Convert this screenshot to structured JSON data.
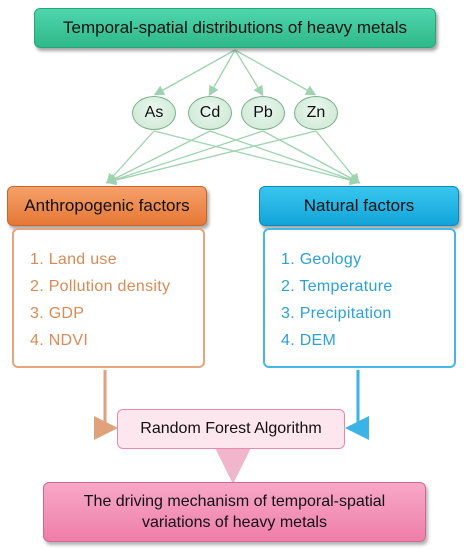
{
  "top_box": {
    "label": "Temporal-spatial distributions of heavy metals"
  },
  "metals": [
    "As",
    "Cd",
    "Pb",
    "Zn"
  ],
  "anthropogenic": {
    "header": "Anthropogenic factors",
    "items": [
      "1. Land use",
      "2. Pollution density",
      "3. GDP",
      "4. NDVI"
    ]
  },
  "natural": {
    "header": "Natural factors",
    "items": [
      "1. Geology",
      "2. Temperature",
      "3. Precipitation",
      "4. DEM"
    ]
  },
  "random_forest": {
    "label": "Random Forest Algorithm"
  },
  "result": {
    "line1": "The driving mechanism of temporal-spatial",
    "line2": "variations of heavy metals"
  },
  "colors": {
    "green_arrow": "#9ed3b0",
    "orange_arrow": "#e0a27a",
    "blue_arrow": "#3ab4e6",
    "pink_arrow": "#f2b6cc"
  }
}
